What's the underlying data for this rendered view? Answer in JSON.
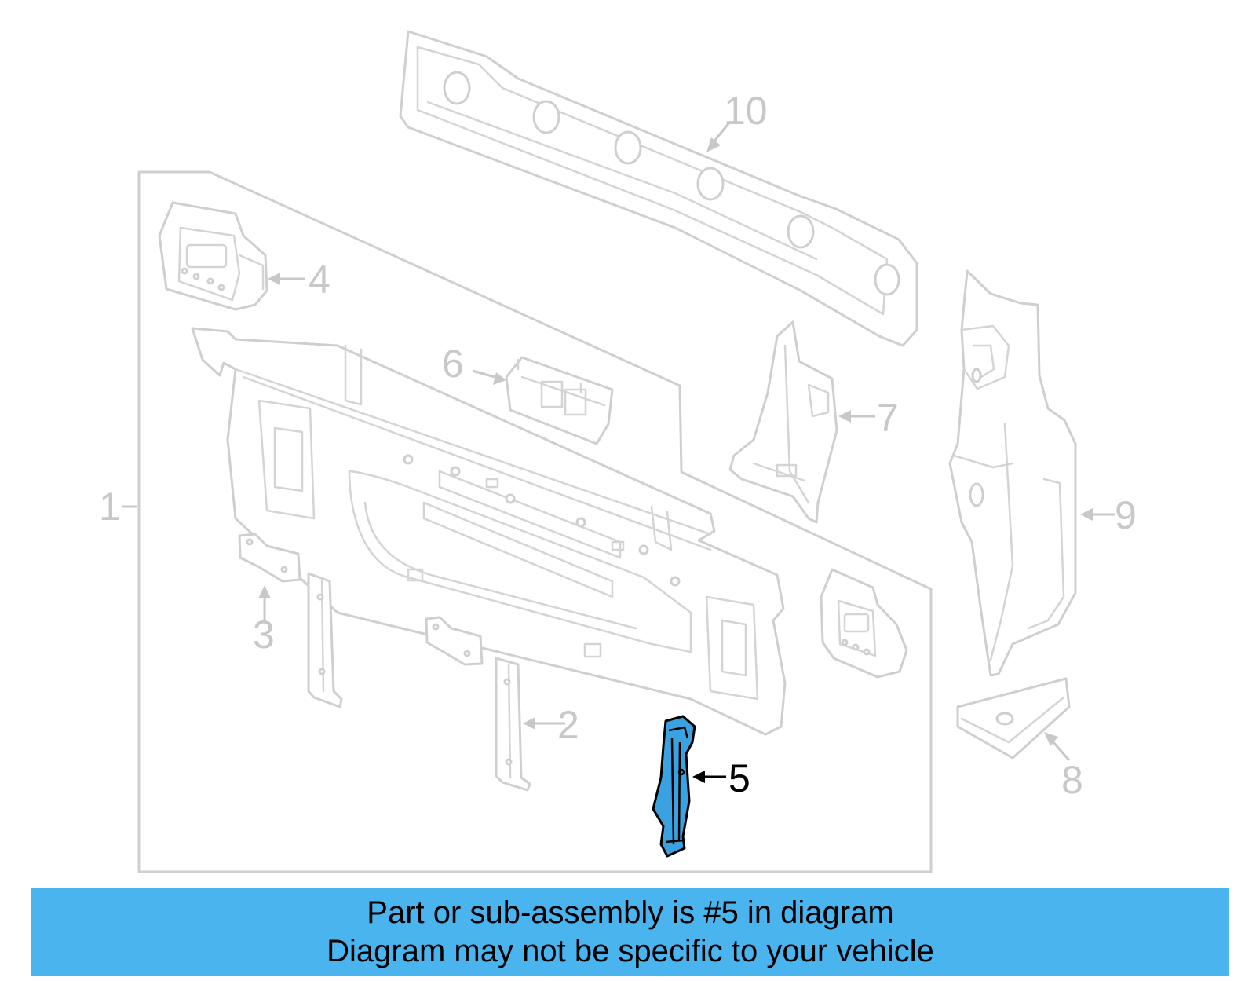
{
  "diagram": {
    "callouts": [
      {
        "id": "1",
        "label": "1"
      },
      {
        "id": "2",
        "label": "2"
      },
      {
        "id": "3",
        "label": "3"
      },
      {
        "id": "4",
        "label": "4"
      },
      {
        "id": "5",
        "label": "5"
      },
      {
        "id": "6",
        "label": "6"
      },
      {
        "id": "7",
        "label": "7"
      },
      {
        "id": "8",
        "label": "8"
      },
      {
        "id": "9",
        "label": "9"
      },
      {
        "id": "10",
        "label": "10"
      }
    ],
    "highlighted_part": "5",
    "colors": {
      "highlight_fill": "#3aa2e0",
      "inactive_line": "#cfcfcf",
      "banner": "#4ab4ef"
    }
  },
  "banner": {
    "line1": "Part or sub-assembly is #5 in diagram",
    "line2": "Diagram may not be specific to your vehicle"
  }
}
